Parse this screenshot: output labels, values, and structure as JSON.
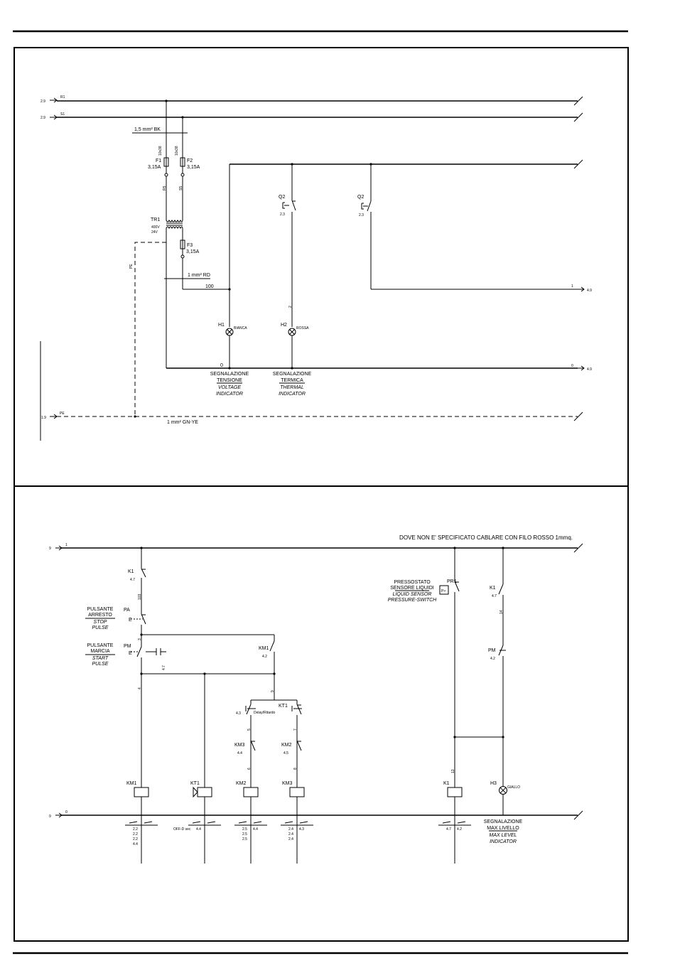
{
  "upper": {
    "wires": {
      "r1": "R1",
      "s1": "S1",
      "pe": "PE"
    },
    "wire_refs": {
      "r1": "2.9",
      "s1": "2.9",
      "pe": "1.9"
    },
    "cable_bk": "1,5 mm² BK",
    "cable_rd": "1 mm² RD",
    "cable_gnye": "1 mm² GN-YE",
    "fuse_f1": {
      "tag": "F1",
      "rating": "3,15A",
      "tiny": "10x38"
    },
    "fuse_f2": {
      "tag": "F2",
      "rating": "3,15A",
      "tiny": "10x38"
    },
    "fuse_f3": {
      "tag": "F3",
      "rating": "3,15A"
    },
    "wire_r5": "R5",
    "wire_s5": "S5",
    "transformer": {
      "tag": "TR1",
      "primary": "400V",
      "secondary": "24V"
    },
    "pe_label": "PE",
    "node_100": "100",
    "node_0": "0",
    "node_2": "2",
    "q2a": {
      "tag": "Q2",
      "ref": "2.3"
    },
    "q2b": {
      "tag": "Q2",
      "ref": "2.3"
    },
    "h1": {
      "tag": "H1",
      "color": "BIANCA"
    },
    "h2": {
      "tag": "H2",
      "color": "ROSSA"
    },
    "out1": {
      "num": "1",
      "ref": "4.9"
    },
    "out0": {
      "num": "0",
      "ref": "4.9"
    },
    "sig_tension": {
      "l1": "SEGNALAZIONE",
      "l2": "TENSIONE",
      "l3": "VOLTAGE",
      "l4": "INDICATOR"
    },
    "sig_thermal": {
      "l1": "SEGNALAZIONE",
      "l2": "TERMICA",
      "l3": "THERMAL",
      "l4": "INDICATOR"
    }
  },
  "lower": {
    "note": "DOVE NON E' SPECIFICATO CABLARE CON FILO ROSSO 1mmq.",
    "top_ref": "9",
    "top_num": "1",
    "bot_ref": "9",
    "bot_num": "0",
    "k1a": {
      "tag": "K1",
      "ref": "4.7"
    },
    "w103": "103",
    "w3": "3",
    "w4": "4",
    "w9": "9",
    "w5": "5",
    "w6": "6",
    "w7": "7",
    "w8": "8",
    "w13": "13",
    "w14": "14",
    "pa": {
      "tag": "PA",
      "l1": "PULSANTE",
      "l2": "ARRESTO",
      "l3": "STOP",
      "l4": "PULSE"
    },
    "pm": {
      "tag": "PM",
      "l1": "PULSANTE",
      "l2": "MARCIA",
      "l3": "START",
      "l4": "PULSE"
    },
    "pm_ref": "4.7",
    "km1c": {
      "tag": "KM1",
      "ref": "4.2"
    },
    "kt1c": {
      "tag": "KT1",
      "sub": "Delay/Ritardo",
      "ref": "4.3"
    },
    "km3c": {
      "tag": "KM3",
      "ref": "4.4"
    },
    "km2c": {
      "tag": "KM2",
      "ref": "4.5"
    },
    "coils": {
      "km1": "KM1",
      "kt1": "KT1",
      "km2": "KM2",
      "km3": "KM3",
      "k1": "K1"
    },
    "pr1": {
      "tag": "PR1",
      "l1": "PRESSOSTATO",
      "l2": "SENSORE  LIQUIDI",
      "l3": "LIQUID  SENSOR",
      "l4": "PRESSURE-SWITCH",
      "sym": "P>"
    },
    "k1b": {
      "tag": "K1",
      "ref": "4.7"
    },
    "pmb": {
      "tag": "PM",
      "ref": "4.2"
    },
    "h3": {
      "tag": "H3",
      "color": "GIALLO"
    },
    "sig_level": {
      "l1": "SEGNALAZIONE",
      "l2": "MAX  LIVELLO",
      "l3": "MAX  LEVEL",
      "l4": "INDICATOR"
    },
    "xref_km1": {
      "a": "2.2",
      "b": "2.2",
      "c": "2.2",
      "d": "4.4"
    },
    "xref_kt1": {
      "a": "OFF-D sec",
      "b": "4.4"
    },
    "xref_km2": {
      "a": "2.5",
      "b": "2.5",
      "c": "2.5",
      "d": "4.4"
    },
    "xref_km3": {
      "a": "2.4",
      "b": "2.4",
      "c": "2.4",
      "d": "4.3"
    },
    "xref_k1": {
      "a": "4.7",
      "b": "4.2"
    }
  }
}
